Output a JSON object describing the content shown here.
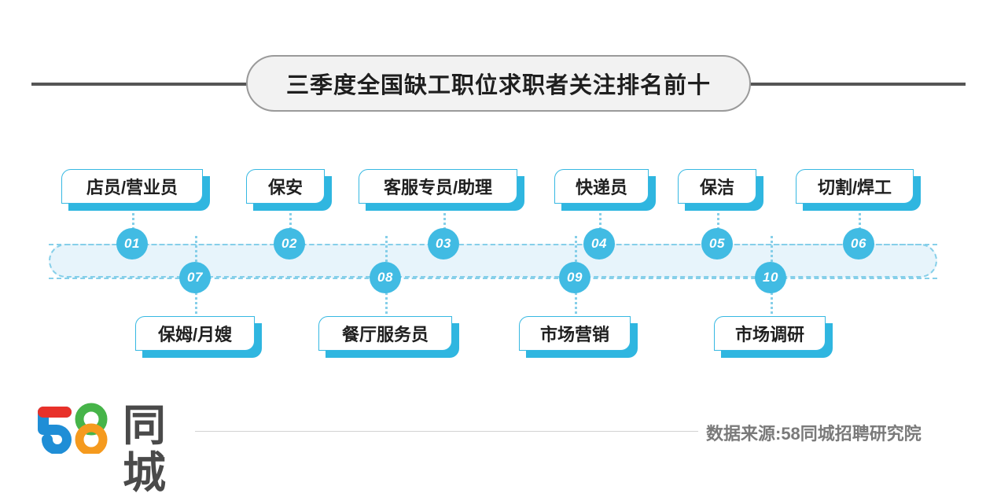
{
  "header": {
    "title": "三季度全国缺工职位求职者关注排名前十"
  },
  "chart_data": {
    "type": "table",
    "title": "三季度全国缺工职位求职者关注排名前十",
    "categories": [
      "01",
      "02",
      "03",
      "04",
      "05",
      "06",
      "07",
      "08",
      "09",
      "10"
    ],
    "values": [
      "店员/营业员",
      "保安",
      "客服专员/助理",
      "快递员",
      "保洁",
      "切割/焊工",
      "保姆/月嫂",
      "餐厅服务员",
      "市场营销",
      "市场调研"
    ],
    "xlabel": "",
    "ylabel": "",
    "legend": []
  },
  "ranking": {
    "top_row": [
      {
        "rank": "01",
        "label": "店员/营业员"
      },
      {
        "rank": "02",
        "label": "保安"
      },
      {
        "rank": "03",
        "label": "客服专员/助理"
      },
      {
        "rank": "04",
        "label": "快递员"
      },
      {
        "rank": "05",
        "label": "保洁"
      },
      {
        "rank": "06",
        "label": "切割/焊工"
      }
    ],
    "bottom_row": [
      {
        "rank": "07",
        "label": "保姆/月嫂"
      },
      {
        "rank": "08",
        "label": "餐厅服务员"
      },
      {
        "rank": "09",
        "label": "市场营销"
      },
      {
        "rank": "10",
        "label": "市场调研"
      }
    ]
  },
  "footer": {
    "logo_number": "58",
    "logo_cn": "同城",
    "source": "数据来源:58同城招聘研究院"
  },
  "colors": {
    "accent_cyan": "#41bbe3",
    "chip_shadow": "#2fb6e0",
    "track_fill": "#e7f4fb",
    "track_dash": "#86cfe9",
    "title_rule": "#555555",
    "title_pill_fill": "#f2f2f2",
    "logo_red": "#e8312a",
    "logo_blue": "#1f8ed6",
    "logo_green": "#46b449",
    "logo_orange": "#f59a1e",
    "logo_text": "#4a4a4a"
  }
}
